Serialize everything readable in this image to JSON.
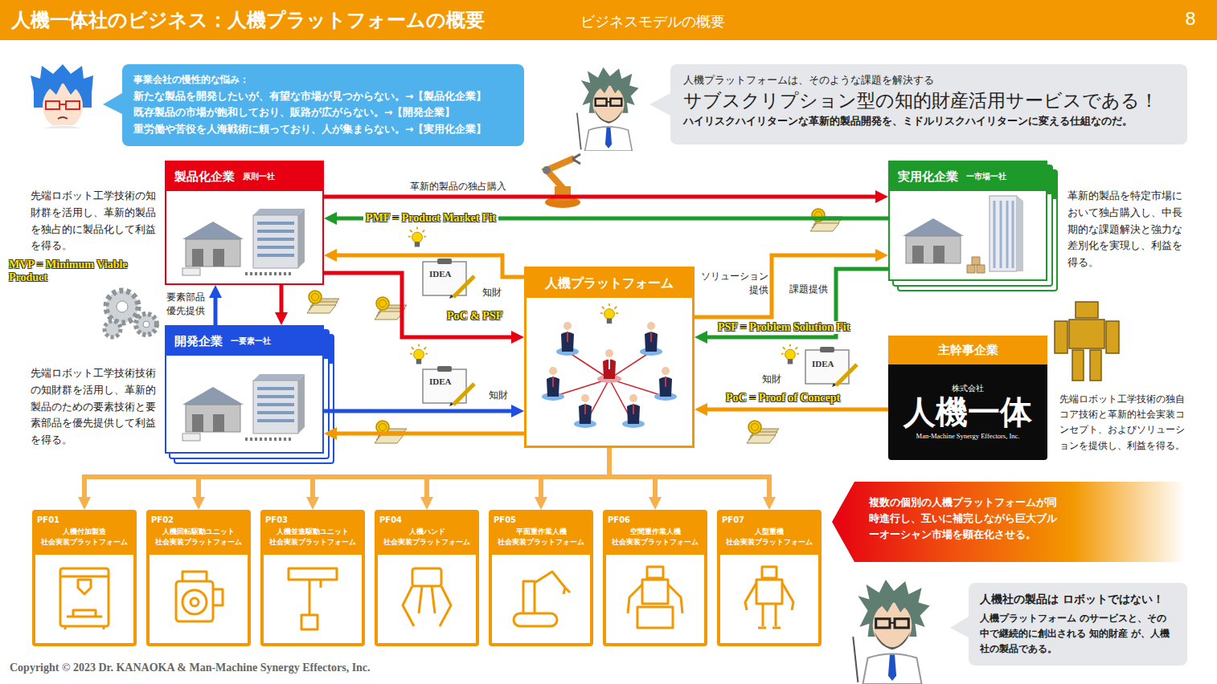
{
  "diagram": {
    "title": "人機一体社のビジネス：人機プラットフォームの概要",
    "nodes": [
      {
        "text": [
          "事業会社の慢性的な悩み：",
          "新たな製品を開発したいが、有望な市場が見つからない。→【製品化企業】",
          "既存製品の市場が飽和しており、販路が広がらない。→【開発企業】",
          "重労働や苦役を人海戦術に頼っており、人が集まらない。→【実用化企業】"
        ]
      },
      {
        "text": [
          "人機プラットフォームは、そのような課題を解決する",
          "サブスクリプション型の知的財産活用サービスである！",
          "ハイリスクハイリターンな革新的製品開発を、ミドルリスクハイリターンに変える仕組なのだ。"
        ]
      },
      {
        "text": [
          "製品化企業",
          "原則一社"
        ]
      },
      {
        "text": [
          "開発企業",
          "一要素一社"
        ]
      },
      {
        "text": [
          "人機プラットフォーム"
        ]
      },
      {
        "text": [
          "実用化企業",
          "一市場一社"
        ]
      },
      {
        "text": [
          "主幹事企業",
          "株式会社",
          "人機一体",
          "Man-Machine Synergy Effectors, Inc."
        ]
      },
      {
        "text": [
          "PF01",
          "人機付加製造",
          "社会実装プラットフォーム"
        ]
      },
      {
        "text": [
          "PF02",
          "人機回転駆動ユニット",
          "社会実装プラットフォーム"
        ]
      },
      {
        "text": [
          "PF03",
          "人機並進駆動ユニット",
          "社会実装プラットフォーム"
        ]
      },
      {
        "text": [
          "PF04",
          "人機ハンド",
          "社会実装プラットフォーム"
        ]
      },
      {
        "text": [
          "PF05",
          "平面重作業人機",
          "社会実装プラットフォーム"
        ]
      },
      {
        "text": [
          "PF06",
          "空間重作業人機",
          "社会実装プラットフォーム"
        ]
      },
      {
        "text": [
          "PF07",
          "人型重機",
          "社会実装プラットフォーム"
        ]
      },
      {
        "text": [
          "複数の個別の人機プラットフォームが同時進行し、互いに補完しながら巨大ブルーオーシャン市場を顕在化させる。"
        ]
      },
      {
        "text": [
          "人機社の製品は ロボットではない！",
          "人機プラットフォーム のサービスと、その中で継続的に創出される 知的財産 が、人機社の製品である。"
        ]
      }
    ],
    "edges": [
      {
        "from": 2,
        "to": 5,
        "label": "革新的製品の独占購入",
        "arrow": "to"
      },
      {
        "from": 5,
        "to": 2,
        "label": "PMF = Product Market Fit",
        "arrow": "to"
      },
      {
        "from": 4,
        "to": 2,
        "arrow": "to"
      },
      {
        "from": 2,
        "to": 4,
        "label": "知財",
        "arrow": "to"
      },
      {
        "from": 2,
        "to": 3,
        "arrow": "to"
      },
      {
        "from": 3,
        "to": 2,
        "label": "要素部品優先提供",
        "arrow": "to"
      },
      {
        "from": 3,
        "to": 4,
        "label": "知財",
        "arrow": "to"
      },
      {
        "from": 4,
        "to": 3,
        "arrow": "to"
      },
      {
        "from": 6,
        "to": 4,
        "label": "知財",
        "arrow": "to"
      },
      {
        "from": 4,
        "to": 5,
        "label": "ソリューション提供",
        "arrow": "to"
      },
      {
        "from": 5,
        "to": 4,
        "label": "課題提供",
        "arrow": "to"
      },
      {
        "from": 4,
        "to": 7,
        "arrow": "to"
      },
      {
        "from": 4,
        "to": 8,
        "arrow": "to"
      },
      {
        "from": 4,
        "to": 9,
        "arrow": "to"
      },
      {
        "from": 4,
        "to": 10,
        "arrow": "to"
      },
      {
        "from": 4,
        "to": 11,
        "arrow": "to"
      },
      {
        "from": 4,
        "to": 12,
        "arrow": "to"
      },
      {
        "from": 4,
        "to": 13,
        "arrow": "to"
      }
    ],
    "labels": [
      "ビジネスモデルの概要",
      "8",
      "先端ロボット工学技術の知財群を活用し、革新的製品を独占的に製品化して利益を得る。",
      "MVP = Minimum Viable Product",
      "先端ロボット工学技術技術の知財群を活用し、革新的製品のための要素技術と要素部品を優先提供して利益を得る。",
      "革新的製品を特定市場において独占購入し、中長期的な課題解決と強力な差別化を実現し、利益を得る。",
      "先端ロボット工学技術の独自コア技術と革新的社会実装コンセプト、およびソリューションを提供し、利益を得る。",
      "PoC & PSF",
      "PSF = Problem Solution Fit",
      "PoC = Proof of Concept",
      "IDEA",
      "IDEA",
      "IDEA",
      "Copyright © 2023 Dr. KANAOKA & Man-Machine Synergy Effectors, Inc."
    ]
  }
}
